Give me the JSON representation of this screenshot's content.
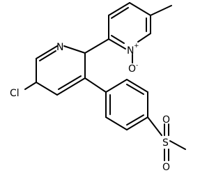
{
  "molecule": {
    "atoms": {
      "pyridine_n": "N",
      "n_oxide_n": "N",
      "n_oxide_charge": "+",
      "n_oxide_o": "O",
      "n_oxide_o_charge": "-",
      "chlorine": "Cl",
      "sulfur": "S",
      "sulfonyl_o_top": "O",
      "sulfonyl_o_bottom": "O"
    }
  }
}
